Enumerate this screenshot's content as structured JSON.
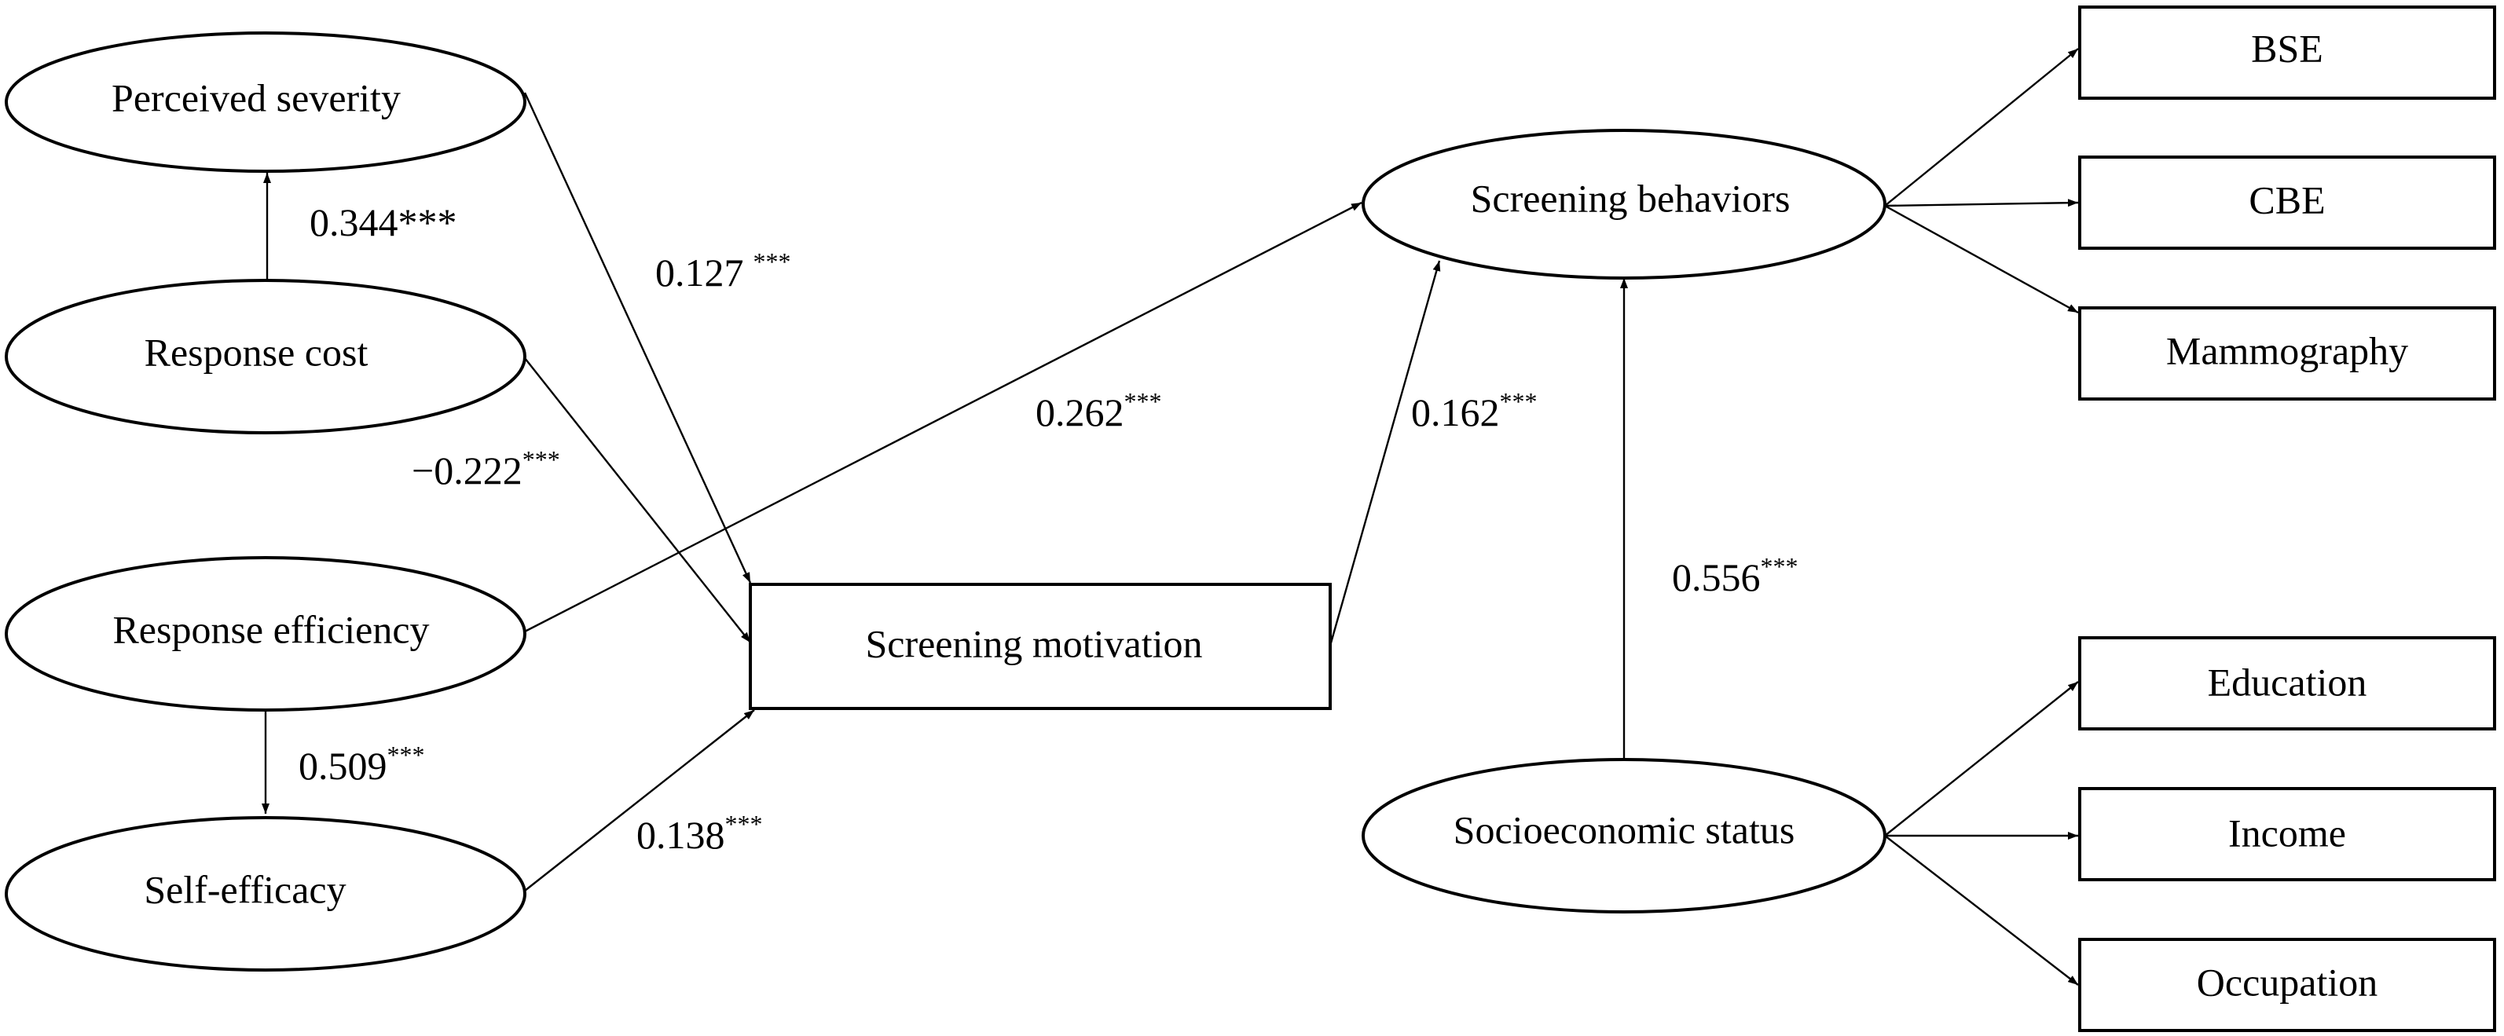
{
  "nodes": {
    "perceived_severity": "Perceived severity",
    "response_cost": "Response cost",
    "response_efficiency": "Response efficiency",
    "self_efficacy": "Self-efficacy",
    "screening_motivation": "Screening motivation",
    "screening_behaviors": "Screening behaviors",
    "socioeconomic_status": "Socioeconomic status",
    "bse": "BSE",
    "cbe": "CBE",
    "mammography": "Mammography",
    "education": "Education",
    "income": "Income",
    "occupation": "Occupation"
  },
  "paths": {
    "cost_to_severity": {
      "value": "0.344",
      "sig": "***"
    },
    "severity_to_motivation": {
      "value": "0.127",
      "sig": "***"
    },
    "cost_to_motivation": {
      "value": "−0.222",
      "sig": "***"
    },
    "efficiency_to_behaviors": {
      "value": "0.262",
      "sig": "***"
    },
    "efficiency_to_self_efficacy": {
      "value": "0.509",
      "sig": "***"
    },
    "self_efficacy_to_motivation": {
      "value": "0.138",
      "sig": "***"
    },
    "motivation_to_behaviors": {
      "value": "0.162",
      "sig": "***"
    },
    "ses_to_behaviors": {
      "value": "0.556",
      "sig": "***"
    }
  },
  "colors": {
    "ink": "#000000",
    "background": "#ffffff"
  }
}
